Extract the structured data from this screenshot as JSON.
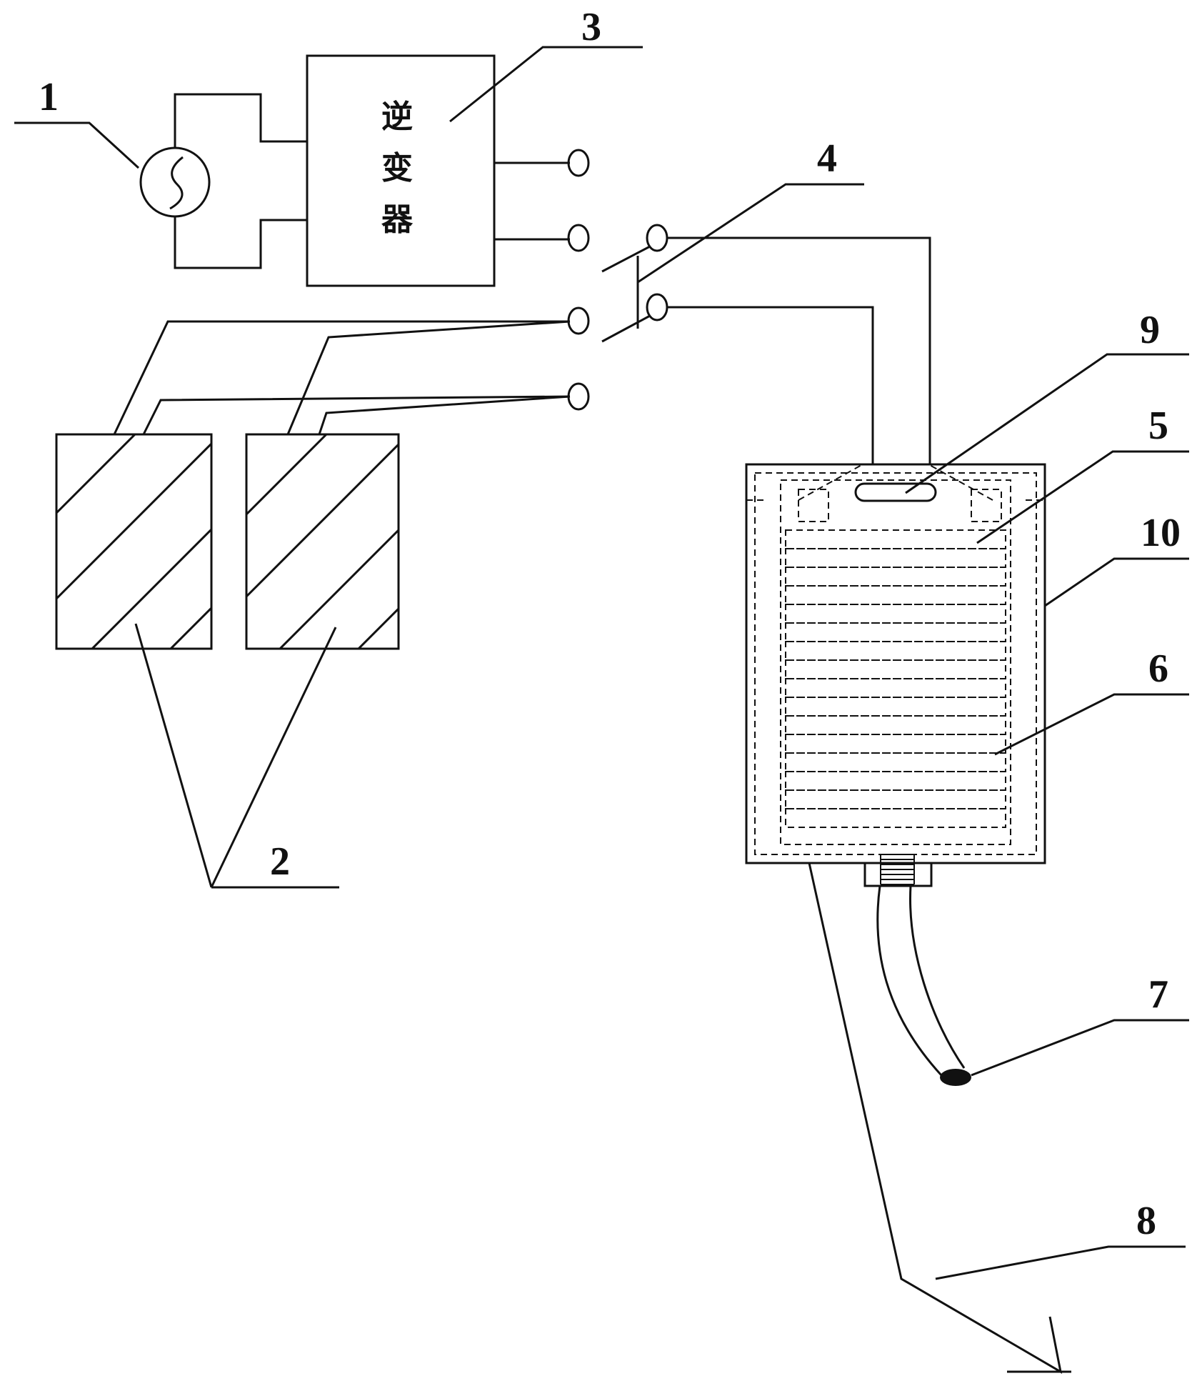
{
  "inverter": {
    "chars": [
      "逆",
      "变",
      "器"
    ]
  },
  "labels": [
    {
      "id": "1",
      "text": "1"
    },
    {
      "id": "2",
      "text": "2"
    },
    {
      "id": "3",
      "text": "3"
    },
    {
      "id": "4",
      "text": "4"
    },
    {
      "id": "5",
      "text": "5"
    },
    {
      "id": "6",
      "text": "6"
    },
    {
      "id": "7",
      "text": "7"
    },
    {
      "id": "8",
      "text": "8"
    },
    {
      "id": "9",
      "text": "9"
    },
    {
      "id": "10",
      "text": "10"
    }
  ]
}
